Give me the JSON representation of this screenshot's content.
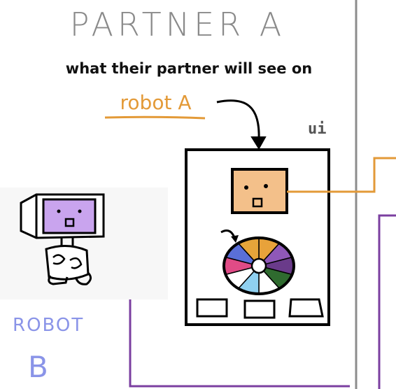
{
  "title": "PARTNER A",
  "subtitle": "what their partner will see on",
  "robot_a_label": "robot A",
  "ui_label": "ui",
  "robot_b": {
    "word": "ROBOT",
    "letter": "B"
  },
  "colors": {
    "orange": "#e39a38",
    "face_fill": "#f3c08a",
    "purple": "#7b3fa0",
    "robot_screen": "#c9a4ee",
    "lavender_text": "#8a94e8",
    "divider": "#8c8c8c"
  },
  "wheel_segments": [
    {
      "color": "#e8a23a"
    },
    {
      "color": "#8f58b8"
    },
    {
      "color": "#6a3b8a"
    },
    {
      "color": "#2f6b2f"
    },
    {
      "color": "#ffffff"
    },
    {
      "color": "#8fd0f0"
    },
    {
      "color": "#ffffff"
    },
    {
      "color": "#e04b86"
    },
    {
      "color": "#5a6fd8"
    },
    {
      "color": "#e6a53a"
    }
  ]
}
